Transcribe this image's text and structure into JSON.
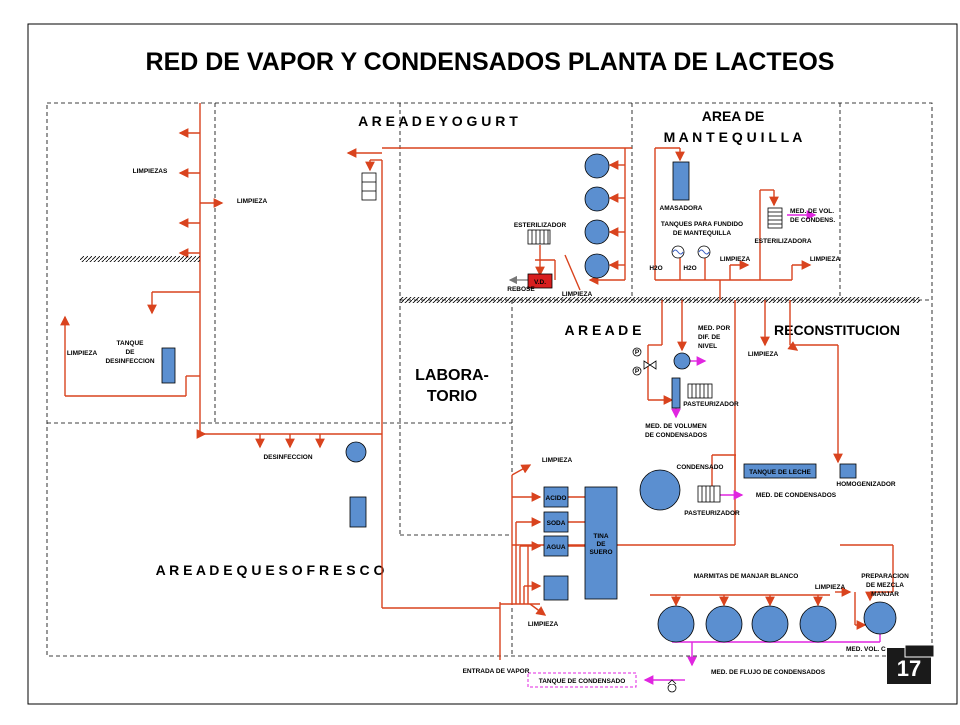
{
  "title": "RED DE VAPOR Y CONDENSADOS PLANTA DE LACTEOS",
  "page_number": "17",
  "areas": {
    "yogurt": "A R E A   D E   Y O G U R T",
    "mantequilla_1": "AREA DE",
    "mantequilla_2": "M A N T E Q U I L L A",
    "reconstitucion_1": "A R E A    D E",
    "reconstitucion_2": "RECONSTITUCION",
    "laboratorio_1": "LABORA-",
    "laboratorio_2": "TORIO",
    "queso": "A R E A   D E   Q U E S O   F R E S C O"
  },
  "labels": {
    "limpiezas": "LIMPIEZAS",
    "limpieza_left": "LIMPIEZA",
    "limpieza_top": "LIMPIEZA",
    "tanque_1": "TANQUE",
    "tanque_2": "DE",
    "tanque_3": "DESINFECCION",
    "desinfeccion": "DESINFECCION",
    "esterilizador": "ESTERILIZADOR",
    "rebose": "REBOSE",
    "vd": "V.D.",
    "limpieza_yog": "LIMPIEZA",
    "amasadora": "AMASADORA",
    "tanques_fundido_1": "TANQUES PARA FUNDIDO",
    "tanques_fundido_2": "DE MANTEQUILLA",
    "h2o_1": "H2O",
    "h2o_2": "H2O",
    "limpieza_mant_1": "LIMPIEZA",
    "limpieza_mant_2": "LIMPIEZA",
    "esterilizadora": "ESTERILIZADORA",
    "med_vol_cond_1": "MED.  DE VOL.",
    "med_vol_cond_2": "DE CONDENS.",
    "med_por_1": "MED.  POR",
    "med_por_2": "DIF.  DE",
    "med_por_3": "NIVEL",
    "limpieza_rec": "LIMPIEZA",
    "pasteurizador_1": "PASTEURIZADOR",
    "med_volumen_1": "MED.  DE VOLUMEN",
    "med_volumen_2": "DE CONDENSADOS",
    "condensado": "CONDENSADO",
    "pasteurizador_2": "PASTEURIZADOR",
    "tanque_leche": "TANQUE DE LECHE",
    "homogenizador": "HOMOGENIZADOR",
    "med_condensados": "MED. DE CONDENSADOS",
    "limpieza_queso_top": "LIMPIEZA",
    "acido": "ACIDO",
    "soda": "SODA",
    "agua": "AGUA",
    "tina_1": "TINA",
    "tina_2": "DE",
    "tina_3": "SUERO",
    "limpieza_queso_bot": "LIMPIEZA",
    "marmitas": "MARMITAS DE MANJAR BLANCO",
    "limpieza_marmitas": "LIMPIEZA",
    "prep_1": "PREPARACION",
    "prep_2": "DE  MEZCLA",
    "prep_3": "MANJAR",
    "med_vol_c": "MED. VOL. C",
    "entrada_vapor": "ENTRADA DE VAPOR",
    "tanque_condensado": "TANQUE DE CONDENSADO",
    "med_flujo": "MED. DE FLUJO DE CONDENSADOS",
    "p1": "P",
    "p2": "P"
  },
  "colors": {
    "steam_line": "#d9431e",
    "condensate_line": "#e025e0",
    "equipment_fill": "#5b8fd0",
    "valve_red": "#d81e1e",
    "page_badge": "#1a1a1a"
  }
}
